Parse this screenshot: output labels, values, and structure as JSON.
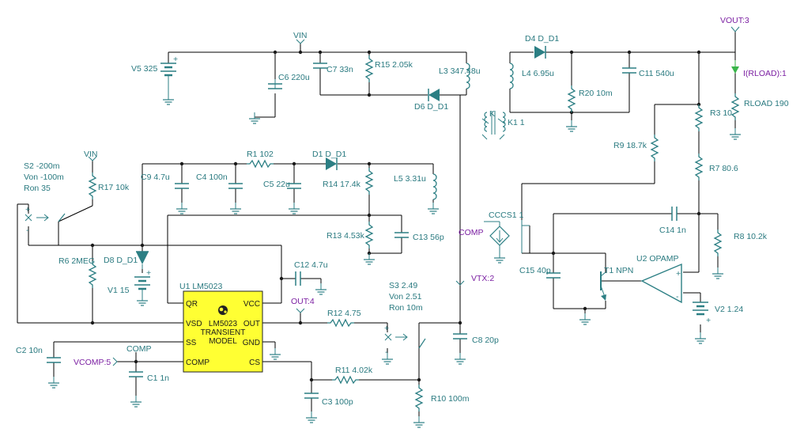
{
  "components": {
    "v5": "V5 325",
    "c6": "C6 220u",
    "c7": "C7 33n",
    "r15": "R15 2.05k",
    "l3": "L3 347.48u",
    "d6": "D6 D_D1",
    "d4": "D4 D_D1",
    "l4": "L4 6.95u",
    "r20": "R20 10m",
    "c11": "C11 540u",
    "k1": "K1 1",
    "k": "K",
    "r3": "R3 10",
    "rload": "RLOAD 190",
    "irload": "I(RLOAD):1",
    "r9": "R9 18.7k",
    "r7": "R7 80.6",
    "r8": "R8 10.2k",
    "c14": "C14 1n",
    "cccs1": "CCCS1 1",
    "comp_near_cccs": "COMP",
    "c15": "C15 40p",
    "t1": "T1 NPN",
    "u2": "U2 OPAMP",
    "v2": "V2 1.24",
    "s2_name": "S2 -200m",
    "s2_von": "Von -100m",
    "s2_ron": "Ron 35",
    "vin_left": "VIN",
    "r17": "R17 10k",
    "c9": "C9 4.7u",
    "c4": "C4 100n",
    "r1": "R1 102",
    "d1": "D1 D_D1",
    "c5": "C5 22u",
    "r14": "R14 17.4k",
    "l5": "L5 3.31u",
    "r13": "R13 4.53k",
    "c13": "C13 56p",
    "r6": "R6 2MEG",
    "d8": "D8 D_D1",
    "v1": "V1 15",
    "c12": "C12 4.7u",
    "u1": "U1 LM5023",
    "r12": "R12 4.75",
    "s3_name": "S3 2.49",
    "s3_von": "Von 2.51",
    "s3_ron": "Ron 10m",
    "c8": "C8 20p",
    "c2": "C2 10n",
    "comp_left": "COMP",
    "c1": "C1 1n",
    "r11": "R11 4.02k",
    "c3": "C3 100p",
    "r10": "R10 100m",
    "vin_top": "VIN"
  },
  "nets": {
    "vout": "VOUT:3",
    "vtx": "VTX:2",
    "out": "OUT:4",
    "vcomp": "VCOMP:5"
  },
  "chip": {
    "title_line1": "LM5023",
    "title_line2": "TRANSIENT",
    "title_line3": "MODEL",
    "pins": {
      "qr": "QR",
      "vsd": "VSD",
      "ss": "SS",
      "comp": "COMP",
      "vcc": "VCC",
      "out": "OUT",
      "gnd": "GND",
      "cs": "CS"
    }
  },
  "symbols": {
    "plus": "+",
    "minus": "-"
  },
  "colors": {
    "wire": "#000000",
    "component": "#2c7f84",
    "label": "#2a7a80",
    "net_label": "#7b1fa2",
    "chip_fill": "#ffff33"
  }
}
